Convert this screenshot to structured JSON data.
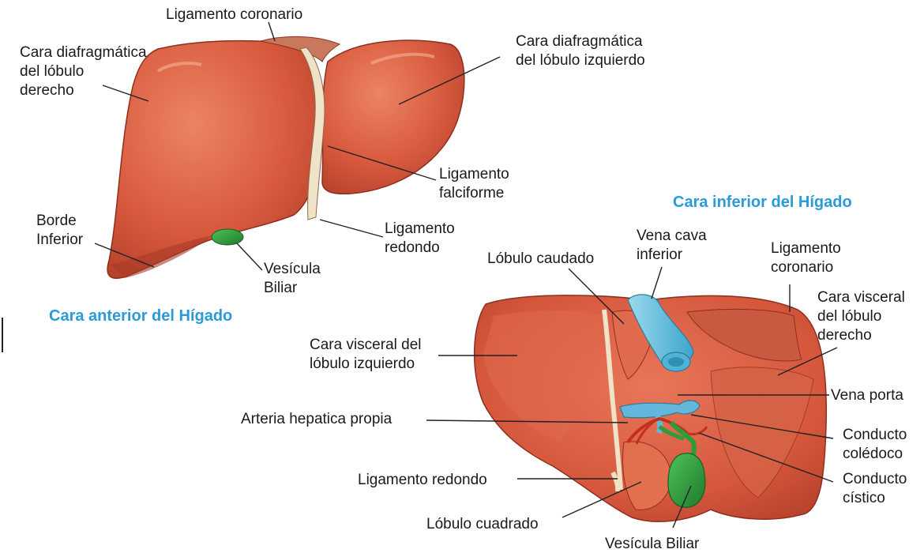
{
  "colors": {
    "liver": "#d85a3e",
    "liver_dark": "#b8432c",
    "liver_light": "#ea7b5c",
    "ligament": "#f0e2c6",
    "gallbladder": "#2f9c3c",
    "vena_cava": "#6fc6e0",
    "portal_vein": "#63b7dc",
    "artery": "#c4301e",
    "title": "#2b9ad8"
  },
  "titles": {
    "anterior": "Cara anterior del Hígado",
    "inferior": "Cara inferior del Hígado"
  },
  "anterior": {
    "ligamento_coronario": "Ligamento coronario",
    "cara_diaf_derecho": [
      "Cara diafragmática",
      "del lóbulo",
      "derecho"
    ],
    "cara_diaf_izquierdo": [
      "Cara diafragmática",
      "del lóbulo izquierdo"
    ],
    "ligamento_falciforme": [
      "Ligamento",
      "falciforme"
    ],
    "borde_inferior": [
      "Borde",
      "Inferior"
    ],
    "ligamento_redondo": [
      "Ligamento",
      "redondo"
    ],
    "vesicula_biliar": [
      "Vesícula",
      "Biliar"
    ]
  },
  "inferior": {
    "lobulo_caudado": "Lóbulo caudado",
    "vena_cava": [
      "Vena cava",
      "inferior"
    ],
    "ligamento_coronario": [
      "Ligamento",
      "coronario"
    ],
    "cara_visceral_derecho": [
      "Cara visceral",
      "del lóbulo",
      "derecho"
    ],
    "cara_visceral_izquierdo": [
      "Cara visceral del",
      "lóbulo izquierdo"
    ],
    "vena_porta": "Vena porta",
    "arteria_hepatica": "Arteria hepatica propia",
    "conducto_coledoco": [
      "Conducto",
      "colédoco"
    ],
    "conducto_cistico": [
      "Conducto",
      "cístico"
    ],
    "ligamento_redondo": "Ligamento redondo",
    "lobulo_cuadrado": "Lóbulo cuadrado",
    "vesicula_biliar": "Vesícula Biliar"
  }
}
